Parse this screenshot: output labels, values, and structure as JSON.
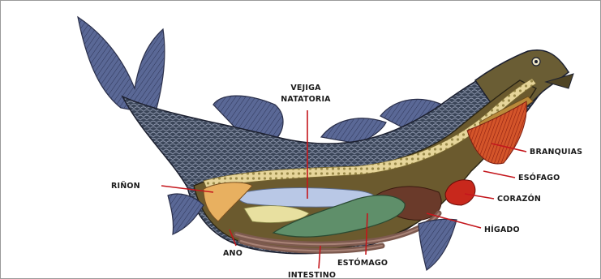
{
  "diagram": {
    "labels": {
      "vejiga_line1": "VEJIGA",
      "vejiga_line2": "NATATORIA",
      "branquias": "BRANQUIAS",
      "rinon": "RIÑON",
      "esofago": "ESÓFAGO",
      "corazon": "CORAZÓN",
      "higado": "HÍGADO",
      "ano": "ANO",
      "estomago": "ESTÓMAGO",
      "intestino": "INTESTINO"
    },
    "colors": {
      "scales": "#3f4a5e",
      "fins": "#5c6a9a",
      "body_cavity": "#6b5a2e",
      "spine": "#e8d9a0",
      "swim_bladder": "#b9c8e6",
      "gills": "#c84a1c",
      "heart": "#c8281c",
      "stomach": "#5f8f6a",
      "intestine": "#7d5a4f",
      "pointer": "#c4161c"
    }
  }
}
